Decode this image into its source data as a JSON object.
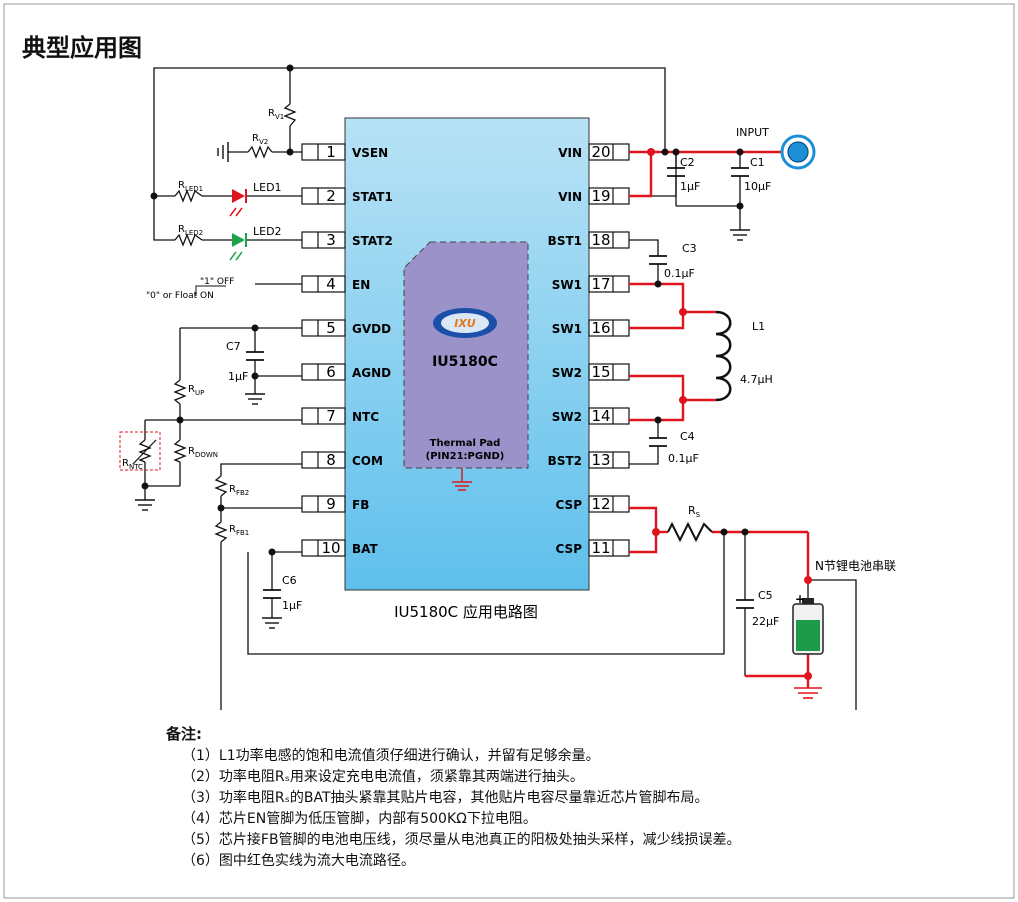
{
  "title": "典型应用图",
  "chip": {
    "name": "IU5180C",
    "logo_text": "IXU",
    "thermal_pad_line1": "Thermal Pad",
    "thermal_pad_line2": "(PIN21:PGND)",
    "caption": "IU5180C 应用电路图",
    "pins_left": [
      {
        "num": "1",
        "name": "VSEN"
      },
      {
        "num": "2",
        "name": "STAT1"
      },
      {
        "num": "3",
        "name": "STAT2"
      },
      {
        "num": "4",
        "name": "EN"
      },
      {
        "num": "5",
        "name": "GVDD"
      },
      {
        "num": "6",
        "name": "AGND"
      },
      {
        "num": "7",
        "name": "NTC"
      },
      {
        "num": "8",
        "name": "COM"
      },
      {
        "num": "9",
        "name": "FB"
      },
      {
        "num": "10",
        "name": "BAT"
      }
    ],
    "pins_right": [
      {
        "num": "20",
        "name": "VIN"
      },
      {
        "num": "19",
        "name": "VIN"
      },
      {
        "num": "18",
        "name": "BST1"
      },
      {
        "num": "17",
        "name": "SW1"
      },
      {
        "num": "16",
        "name": "SW1"
      },
      {
        "num": "15",
        "name": "SW2"
      },
      {
        "num": "14",
        "name": "SW2"
      },
      {
        "num": "13",
        "name": "BST2"
      },
      {
        "num": "12",
        "name": "CSP"
      },
      {
        "num": "11",
        "name": "CSP"
      }
    ]
  },
  "components": {
    "input": "INPUT",
    "c1_name": "C1",
    "c1_val": "10μF",
    "c2_name": "C2",
    "c2_val": "1μF",
    "c3_name": "C3",
    "c3_val": "0.1μF",
    "c4_name": "C4",
    "c4_val": "0.1μF",
    "c5_name": "C5",
    "c5_val": "22μF",
    "c6_name": "C6",
    "c6_val": "1μF",
    "c7_name": "C7",
    "c7_val": "1μF",
    "l1_name": "L1",
    "l1_val": "4.7μH",
    "rs_main": "R",
    "rs_sub": "S",
    "rv1_main": "R",
    "rv1_sub": "V1",
    "rv2_main": "R",
    "rv2_sub": "V2",
    "rled1_main": "R",
    "rled1_sub": "LED1",
    "rled2_main": "R",
    "rled2_sub": "LED2",
    "rup_main": "R",
    "rup_sub": "UP",
    "rdown_main": "R",
    "rdown_sub": "DOWN",
    "rntc_main": "R",
    "rntc_sub": "NTC",
    "rfb2_main": "R",
    "rfb2_sub": "FB2",
    "rfb1_main": "R",
    "rfb1_sub": "FB1",
    "led1": "LED1",
    "led2": "LED2",
    "en_high": "\"1\" OFF",
    "en_low": "\"0\" or Float ON",
    "battery": "N节锂电池串联",
    "battery_plus": "+"
  },
  "colors": {
    "chip_top": "#b8e2f5",
    "chip_bottom": "#5fc0ec",
    "thermal_pad": "#9a92c8",
    "power_path": "#e0141e",
    "led1": "#e0141e",
    "led2": "#1aa34a",
    "battery": "#1d9a4a",
    "input_jack": "#1c8fd6"
  },
  "notes": {
    "heading": "备注:",
    "items": [
      "（1）L1功率电感的饱和电流值须仔细进行确认，并留有足够余量。",
      "（2）功率电阻Rₛ用来设定充电电流值，须紧靠其两端进行抽头。",
      "（3）功率电阻Rₛ的BAT抽头紧靠其贴片电容，其他贴片电容尽量靠近芯片管脚布局。",
      "（4）芯片EN管脚为低压管脚，内部有500KΩ下拉电阻。",
      "（5）芯片接FB管脚的电池电压线，须尽量从电池真正的阳极处抽头采样，减少线损误差。",
      "（6）图中红色实线为流大电流路径。"
    ]
  }
}
